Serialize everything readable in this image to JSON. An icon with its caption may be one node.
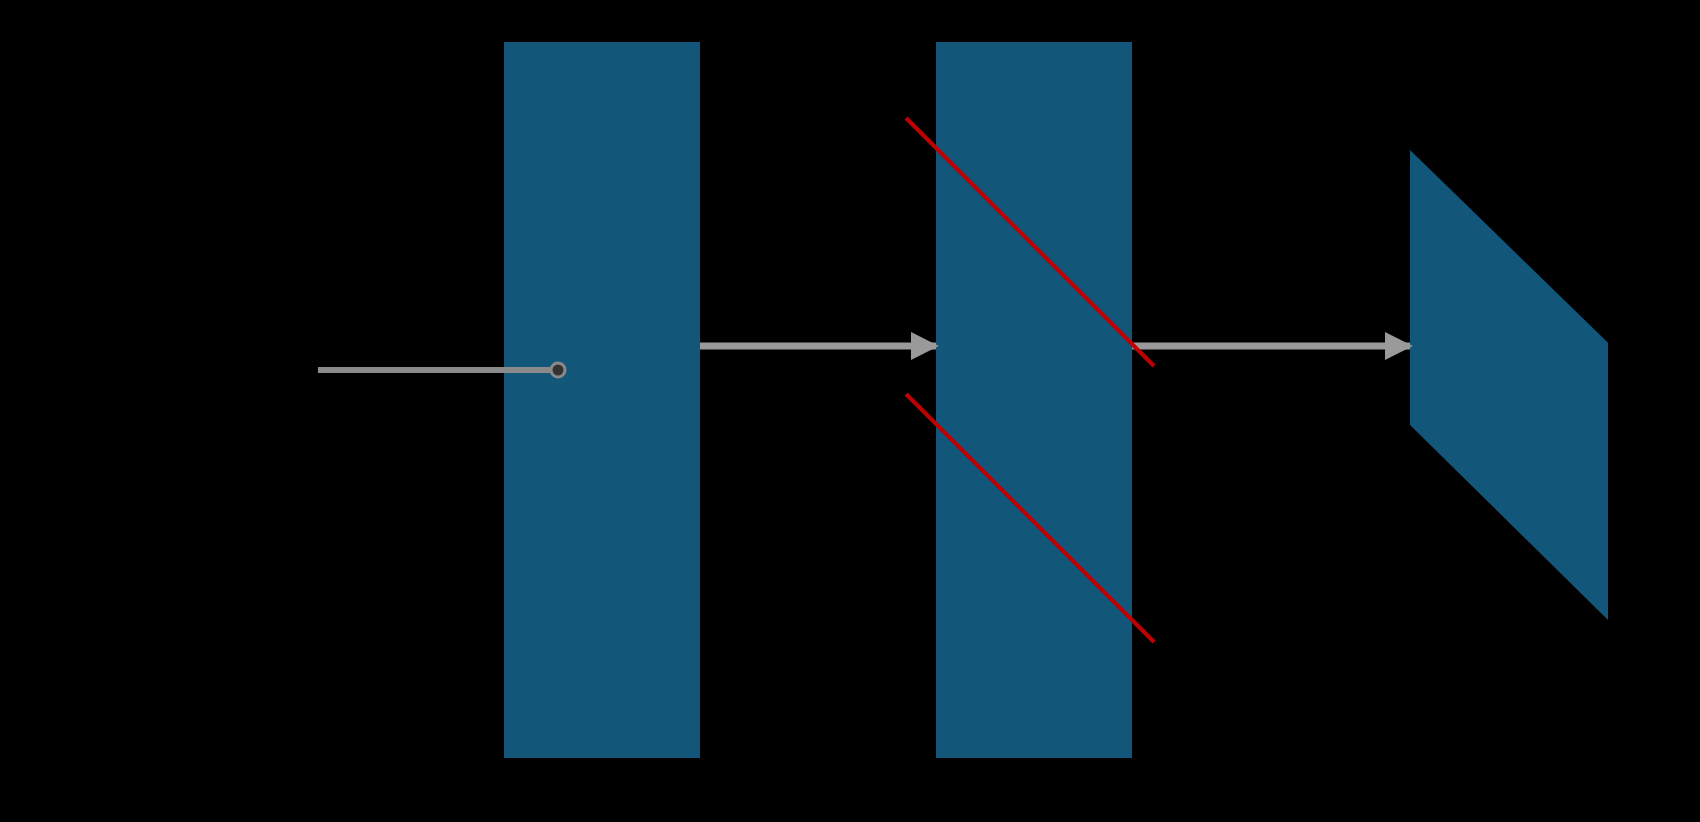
{
  "diagram": {
    "nodes": [
      {
        "text": [],
        "shape": "box"
      },
      {
        "text": [],
        "shape": "box"
      },
      {
        "text": [],
        "shape": "parallelogram"
      }
    ],
    "edges": [
      {
        "from": 0,
        "to": 1,
        "arrow": "to"
      },
      {
        "from": 1,
        "to": 2,
        "arrow": "to"
      }
    ]
  }
}
